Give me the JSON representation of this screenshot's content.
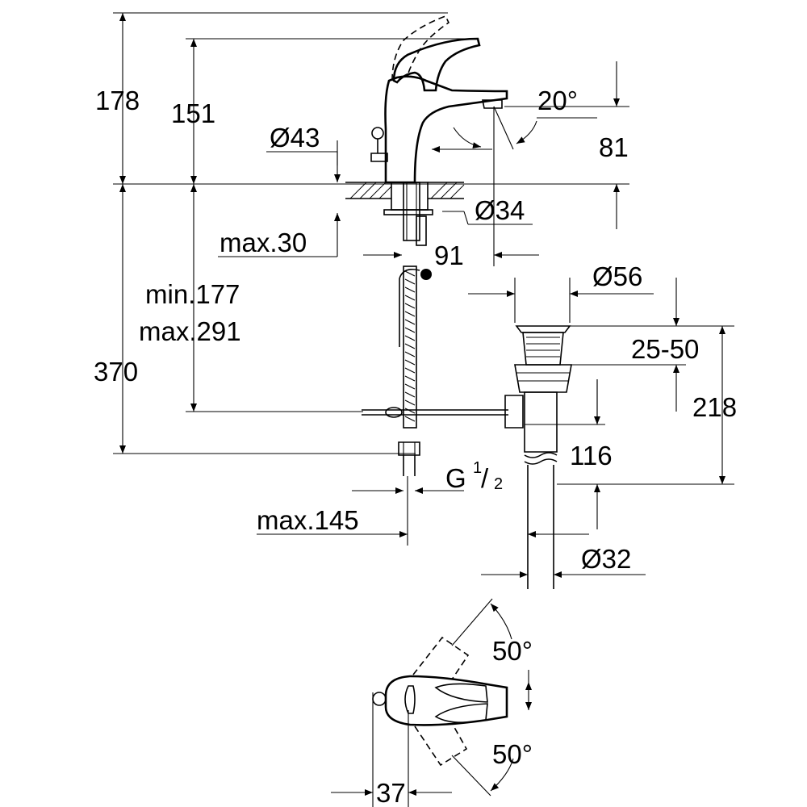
{
  "labels": {
    "h178": "178",
    "h151": "151",
    "d43": "Ø43",
    "angle20": "20°",
    "h81": "81",
    "d34": "Ø34",
    "max30": "max.30",
    "d91": "91",
    "d56": "Ø56",
    "min177": "min.177",
    "max291": "max.291",
    "r2550": "25-50",
    "h370": "370",
    "h218": "218",
    "h116": "116",
    "g_main": "G",
    "g_num": "1",
    "g_den": "2",
    "max145": "max.145",
    "d32": "Ø32",
    "angle50_top": "50°",
    "angle50_bottom": "50°",
    "w37": "37"
  }
}
